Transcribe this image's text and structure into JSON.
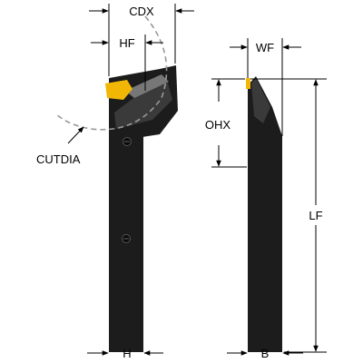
{
  "labels": {
    "cdx": "CDX",
    "hf": "HF",
    "cutdia": "CUTDIA",
    "h": "H",
    "wf": "WF",
    "ohx": "OHX",
    "lf": "LF",
    "b": "B"
  },
  "colors": {
    "body": "#1c1c1c",
    "body_face": "#333333",
    "insert": "#f2b705",
    "clamp": "#777777",
    "dimension": "#000000",
    "cut_circle": "#999999",
    "background": "#ffffff"
  },
  "icons": {
    "screw": "screw-head-icon"
  }
}
